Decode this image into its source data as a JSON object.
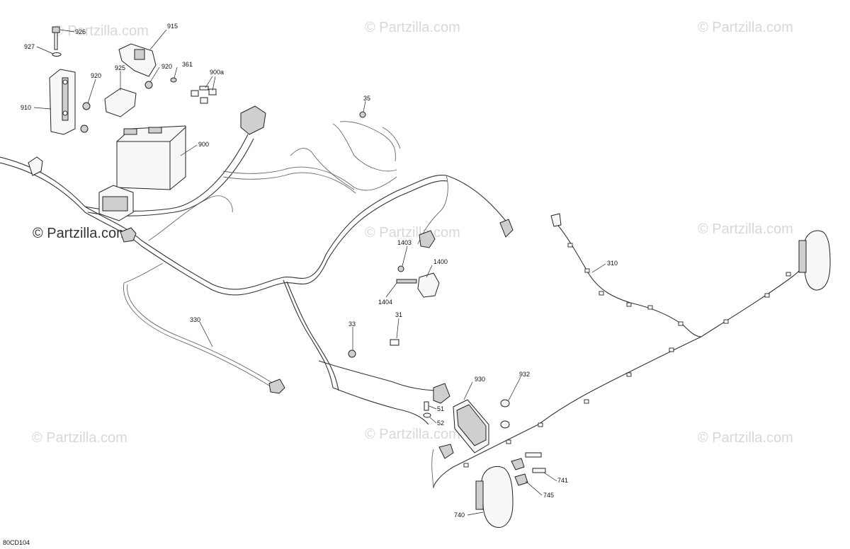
{
  "watermark": {
    "text": "© Partzilla.com",
    "brand_text": "© Partzilla.com"
  },
  "diagram_code": "80CD104",
  "callouts": {
    "p926": "926",
    "p927": "927",
    "p915": "915",
    "p920a": "920",
    "p920b": "920",
    "p925": "925",
    "p361": "361",
    "p900a": "900a",
    "p910": "910",
    "p900": "900",
    "p35": "35",
    "p1403": "1403",
    "p1400": "1400",
    "p1404": "1404",
    "p310": "310",
    "p330": "330",
    "p33": "33",
    "p31": "31",
    "p930": "930",
    "p932": "932",
    "p51": "51",
    "p52": "52",
    "p741": "741",
    "p745": "745",
    "p740": "740"
  },
  "colors": {
    "line": "#333333",
    "watermark": "#d8d8d8",
    "background": "#ffffff"
  }
}
